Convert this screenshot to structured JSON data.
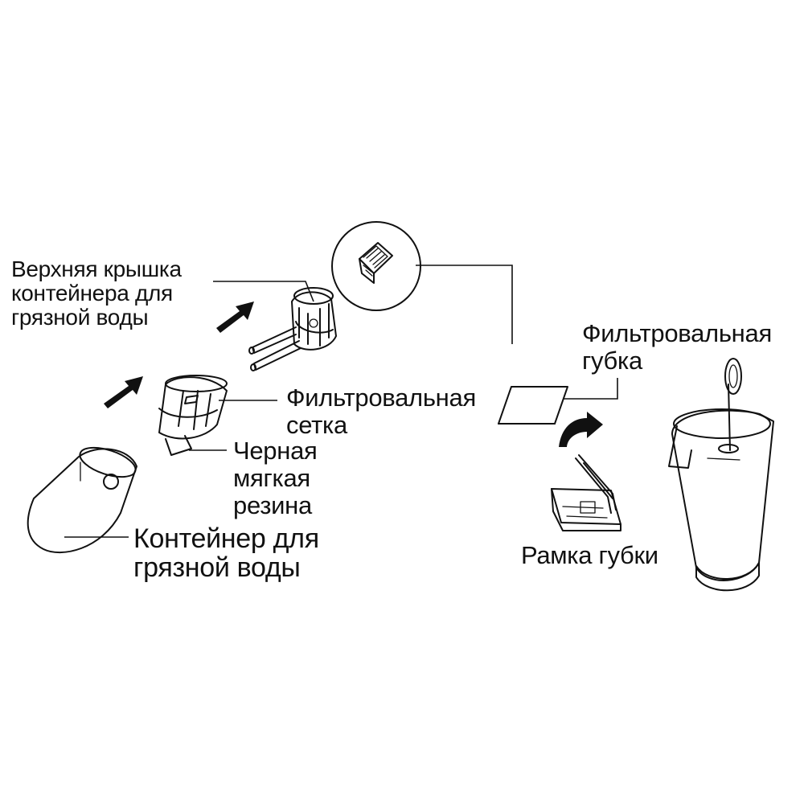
{
  "labels": {
    "top_cover": [
      "Верхняя крышка",
      "контейнера для",
      "грязной воды"
    ],
    "filter_mesh": [
      "Фильтровальная",
      "сетка"
    ],
    "black_rubber": [
      "Черная",
      "мягкая",
      "резина"
    ],
    "dirty_container": [
      "Контейнер для",
      "грязной воды"
    ],
    "filter_sponge": [
      "Фильтровальная",
      "губка"
    ],
    "sponge_frame": [
      "Рамка губки"
    ]
  },
  "colors": {
    "line": "#111111",
    "background": "#ffffff"
  }
}
